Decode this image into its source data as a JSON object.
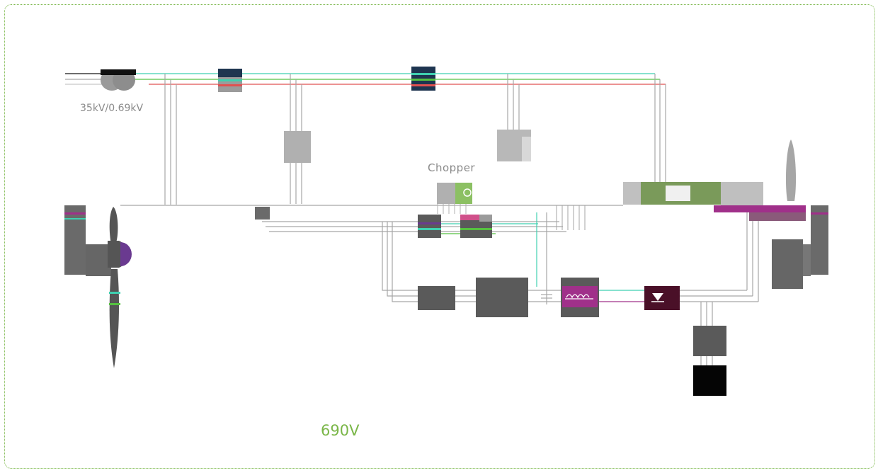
{
  "labels": {
    "transformer": "35kV/0.69kV",
    "chopper": "Chopper",
    "voltage": "690V"
  },
  "colors": {
    "frame": "#7ab648",
    "line_gray": "#a6a6a6",
    "line_teal": "#3fd0b0",
    "line_red": "#e05050",
    "line_green": "#55c040",
    "block_dark": "#5a5a5a",
    "block_light": "#b0b0b0",
    "magenta": "#a0308a",
    "maroon": "#4a1028",
    "navy": "#1e3550",
    "chopper_green": "#8cc063"
  },
  "icons": [
    "transformer-icon",
    "inductor-icon",
    "diode-icon",
    "chopper-icon",
    "turbine-blade-icon"
  ]
}
